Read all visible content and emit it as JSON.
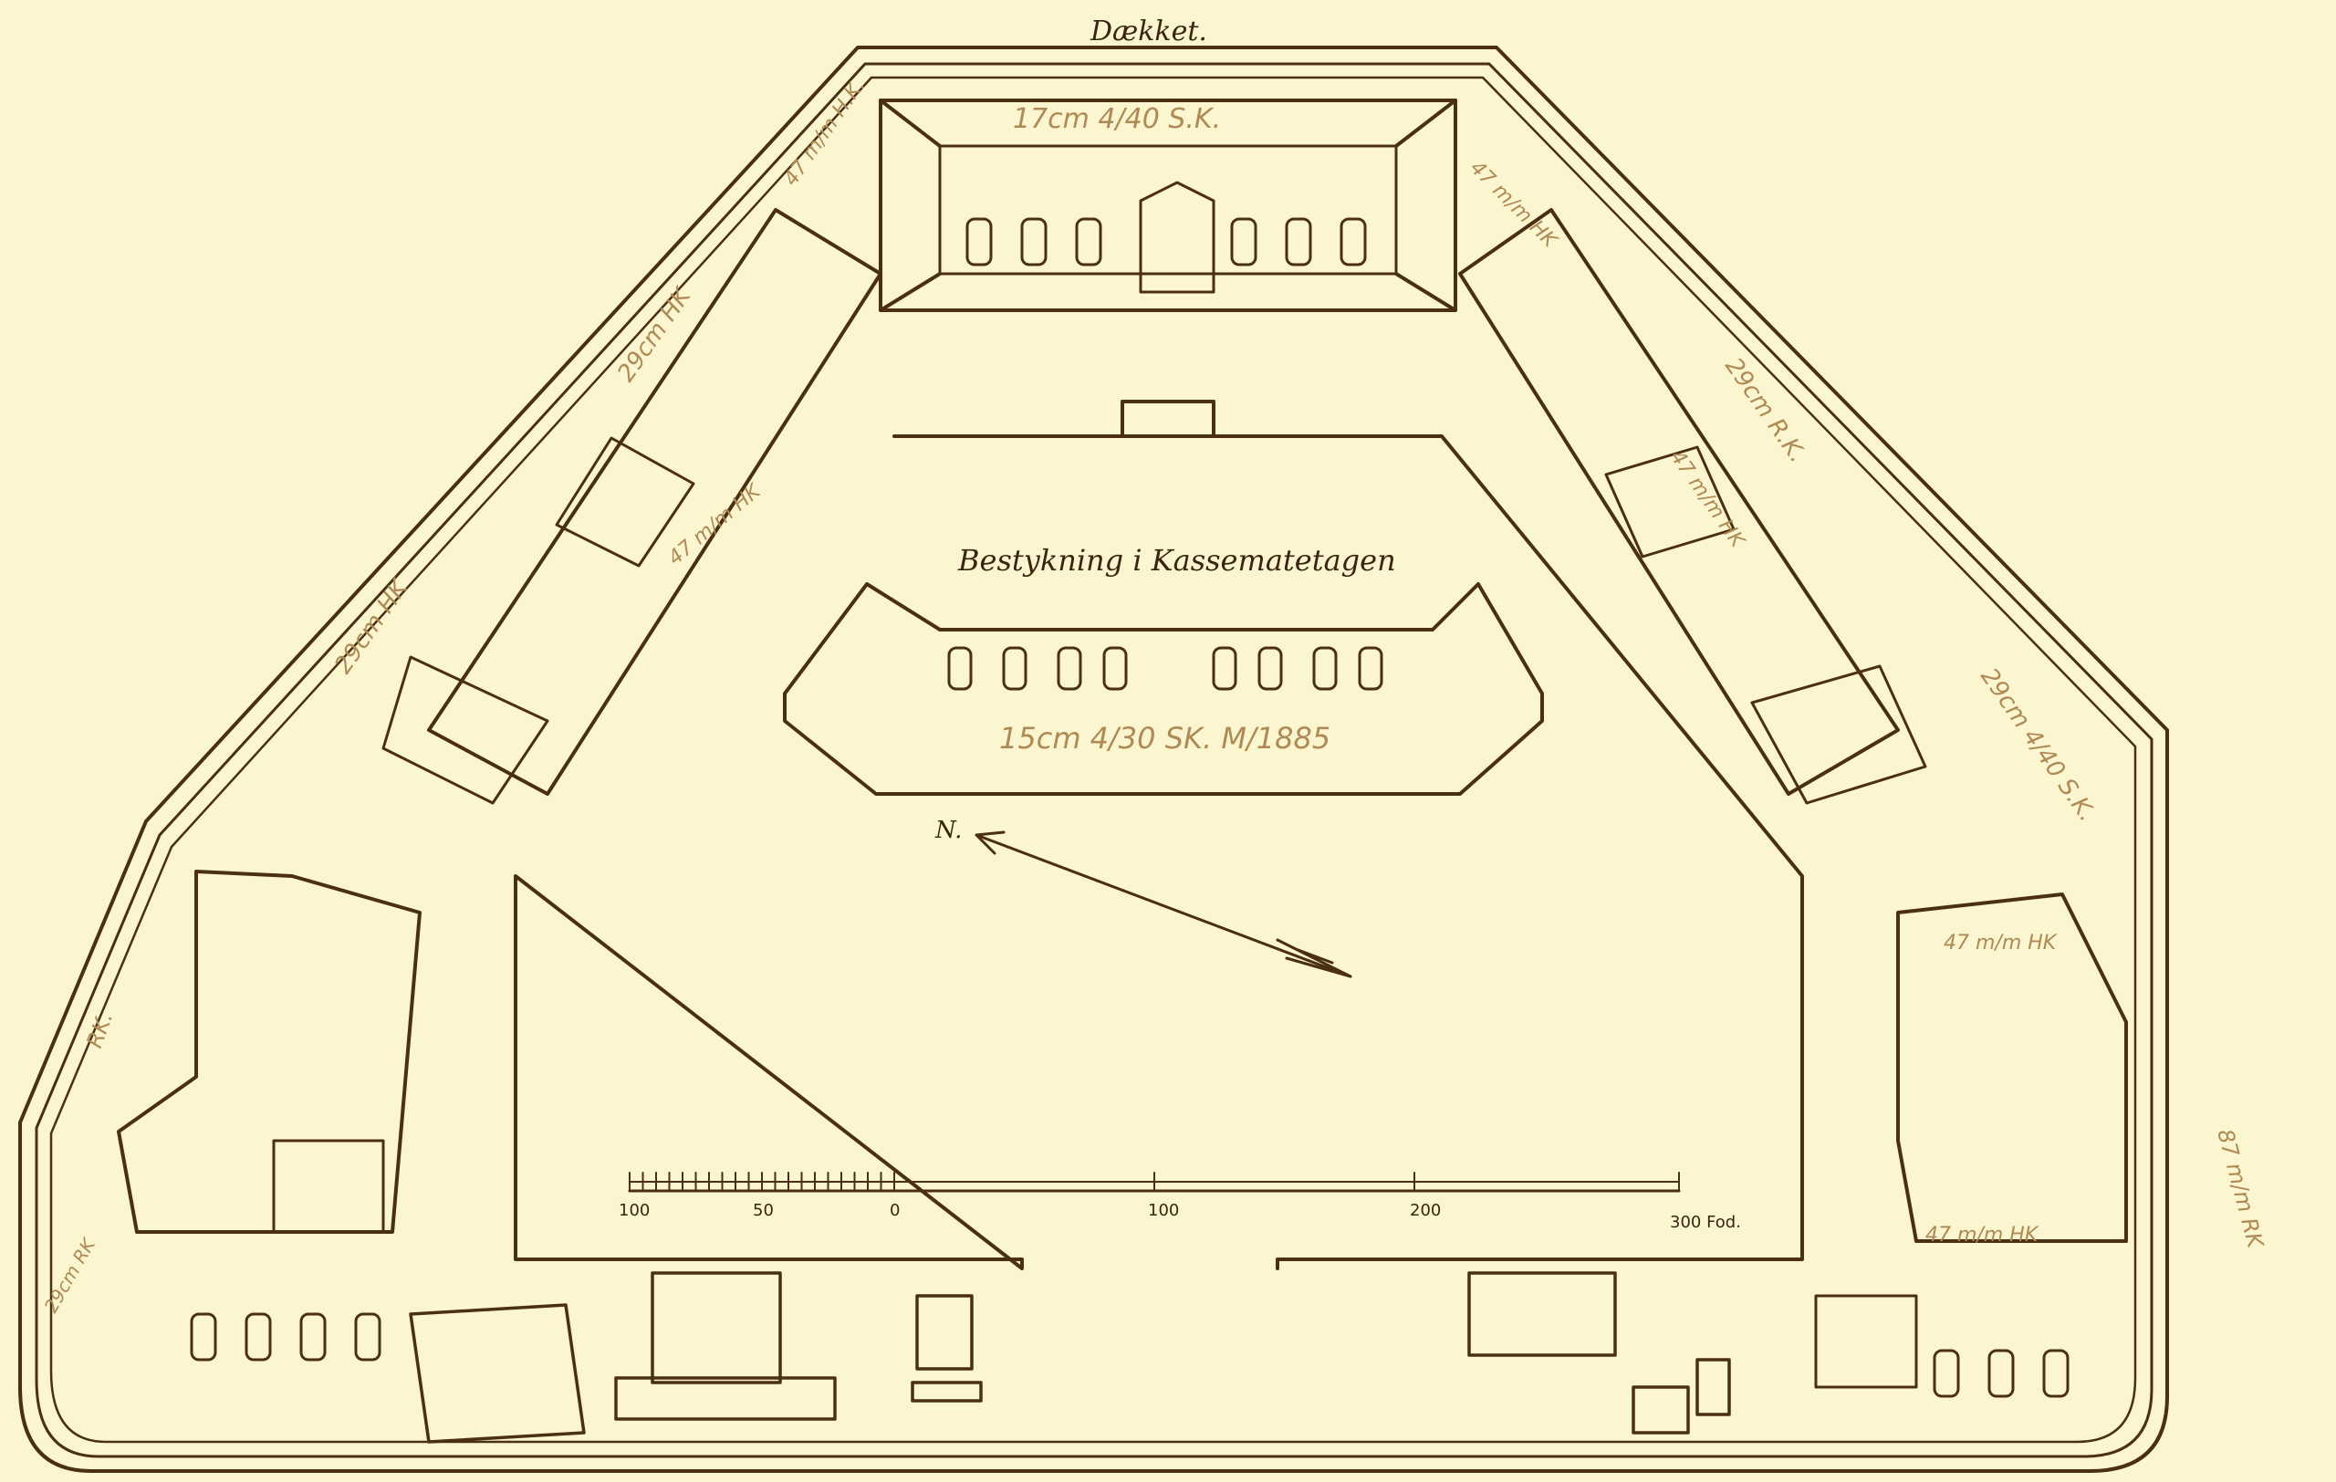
{
  "colors": {
    "paper": "#fbf6d0",
    "ink": "#4a2f12",
    "pencil": "#b08a55"
  },
  "labels": {
    "top_title": "Dækket.",
    "inner_title": "Bestykning i Kassematetagen",
    "top_battery": "17cm 4/40 S.K.",
    "inner_battery": "15cm 4/30 SK. M/1885",
    "hk47_top_left": "47 m/m H.K.",
    "hk47_top_right": "47 m/m HK",
    "hk47_left_upper": "47 m/m HK",
    "hk47_right_upper": "47 m/m HK",
    "hk47_right_lower_1": "47 m/m HK",
    "hk47_right_lower_2": "47 m/m HK",
    "cm29_left_upper": "29cm HK",
    "cm29_left_middle": "29cm HK",
    "cm29_right_upper": "29cm R.K.",
    "cm29_right_middle": "29cm 4/40 S.K.",
    "rk_left": "RK.",
    "rk_bottom_left": "29cm RK",
    "mm87_right": "87 m/m RK"
  },
  "compass": {
    "north_label": "N."
  },
  "scale_bar": {
    "ticks": [
      "100",
      "50",
      "0",
      "100",
      "200",
      "300 Fod."
    ]
  }
}
